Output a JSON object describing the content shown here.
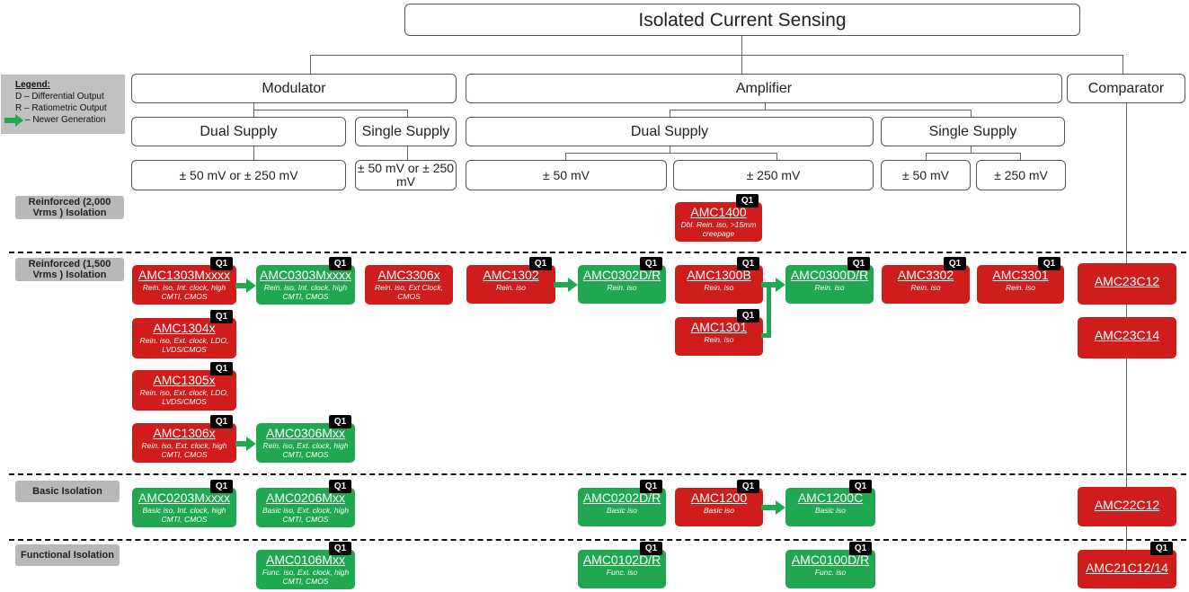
{
  "title": "Isolated Current Sensing",
  "categories": {
    "modulator": "Modulator",
    "amplifier": "Amplifier",
    "comparator": "Comparator"
  },
  "supply": {
    "mod_dual": "Dual Supply",
    "mod_single": "Single Supply",
    "amp_dual": "Dual Supply",
    "amp_single": "Single Supply"
  },
  "ranges": {
    "mod_dual": "± 50 mV or ± 250 mV",
    "mod_single": "± 50 mV or ± 250 mV",
    "amp_dual_50": "± 50 mV",
    "amp_dual_250": "± 250 mV",
    "amp_single_50": "± 50 mV",
    "amp_single_250": "± 250 mV"
  },
  "legend": {
    "title": "Legend:",
    "d": "D –  Differential Output",
    "r": "R –  Ratiometric Output",
    "arrow": "–  Newer Generation"
  },
  "rows": {
    "reinforced_2000": "Reinforced (2,000 Vrms ) Isolation",
    "reinforced_1500": "Reinforced (1,500 Vrms ) Isolation",
    "basic": "Basic Isolation",
    "functional": "Functional Isolation"
  },
  "badge": "Q1",
  "colors": {
    "red": "#d11c1c",
    "green": "#1fa84f",
    "row_label_bg": "#b8b8b8",
    "legend_bg": "#c0c0c0"
  },
  "products": [
    {
      "name": "AMC1400",
      "desc": "Dbl. Rein. iso, >15mm creepage",
      "color": "red",
      "q1": true
    },
    {
      "name": "AMC1303Mxxxx",
      "desc": "Rein. iso, Int. clock, high CMTI, CMOS",
      "color": "red",
      "q1": true
    },
    {
      "name": "AMC0303Mxxxx",
      "desc": "Rein. iso, Int. clock, high CMTI, CMOS",
      "color": "green",
      "q1": true
    },
    {
      "name": "AMC3306x",
      "desc": "Rein. iso, Ext Clock, CMOS",
      "color": "red",
      "q1": false
    },
    {
      "name": "AMC1302",
      "desc": "Rein. iso",
      "color": "red",
      "q1": true
    },
    {
      "name": "AMC0302D/R",
      "desc": "Rein. iso",
      "color": "green",
      "q1": true
    },
    {
      "name": "AMC1300B",
      "desc": "Rein. iso",
      "color": "red",
      "q1": true
    },
    {
      "name": "AMC0300D/R",
      "desc": "Rein. iso",
      "color": "green",
      "q1": true
    },
    {
      "name": "AMC3302",
      "desc": "Rein. iso",
      "color": "red",
      "q1": true
    },
    {
      "name": "AMC3301",
      "desc": "Rein. iso",
      "color": "red",
      "q1": true
    },
    {
      "name": "AMC23C12",
      "desc": "",
      "color": "red",
      "q1": false
    },
    {
      "name": "AMC1301",
      "desc": "Rein. iso",
      "color": "red",
      "q1": true
    },
    {
      "name": "AMC1304x",
      "desc": "Rein. iso, Ext. clock, LDO, LVDS/CMOS",
      "color": "red",
      "q1": true
    },
    {
      "name": "AMC23C14",
      "desc": "",
      "color": "red",
      "q1": false
    },
    {
      "name": "AMC1305x",
      "desc": "Rein. iso, Ext. clock, LDO, LVDS/CMOS",
      "color": "red",
      "q1": true
    },
    {
      "name": "AMC1306x",
      "desc": "Rein. iso, Ext. clock, high CMTI, CMOS",
      "color": "red",
      "q1": true
    },
    {
      "name": "AMC0306Mxx",
      "desc": "Rein. iso, Ext. clock, high CMTI, CMOS",
      "color": "green",
      "q1": true
    },
    {
      "name": "AMC0203Mxxxx",
      "desc": "Basic iso, Int. clock, high CMTI, CMOS",
      "color": "green",
      "q1": true
    },
    {
      "name": "AMC0206Mxx",
      "desc": "Basic iso, Ext. clock, high CMTI, CMOS",
      "color": "green",
      "q1": true
    },
    {
      "name": "AMC0202D/R",
      "desc": "Basic iso",
      "color": "green",
      "q1": true
    },
    {
      "name": "AMC1200",
      "desc": "Basic iso",
      "color": "red",
      "q1": true
    },
    {
      "name": "AMC1200C",
      "desc": "Basic iso",
      "color": "green",
      "q1": true
    },
    {
      "name": "AMC22C12",
      "desc": "",
      "color": "red",
      "q1": false
    },
    {
      "name": "AMC0106Mxx",
      "desc": "Func. iso, Ext. clock, high CMTI, CMOS",
      "color": "green",
      "q1": true
    },
    {
      "name": "AMC0102D/R",
      "desc": "Func. iso",
      "color": "green",
      "q1": true
    },
    {
      "name": "AMC0100D/R",
      "desc": "Func. iso",
      "color": "green",
      "q1": true
    },
    {
      "name": "AMC21C12/14",
      "desc": "",
      "color": "red",
      "q1": true
    }
  ]
}
